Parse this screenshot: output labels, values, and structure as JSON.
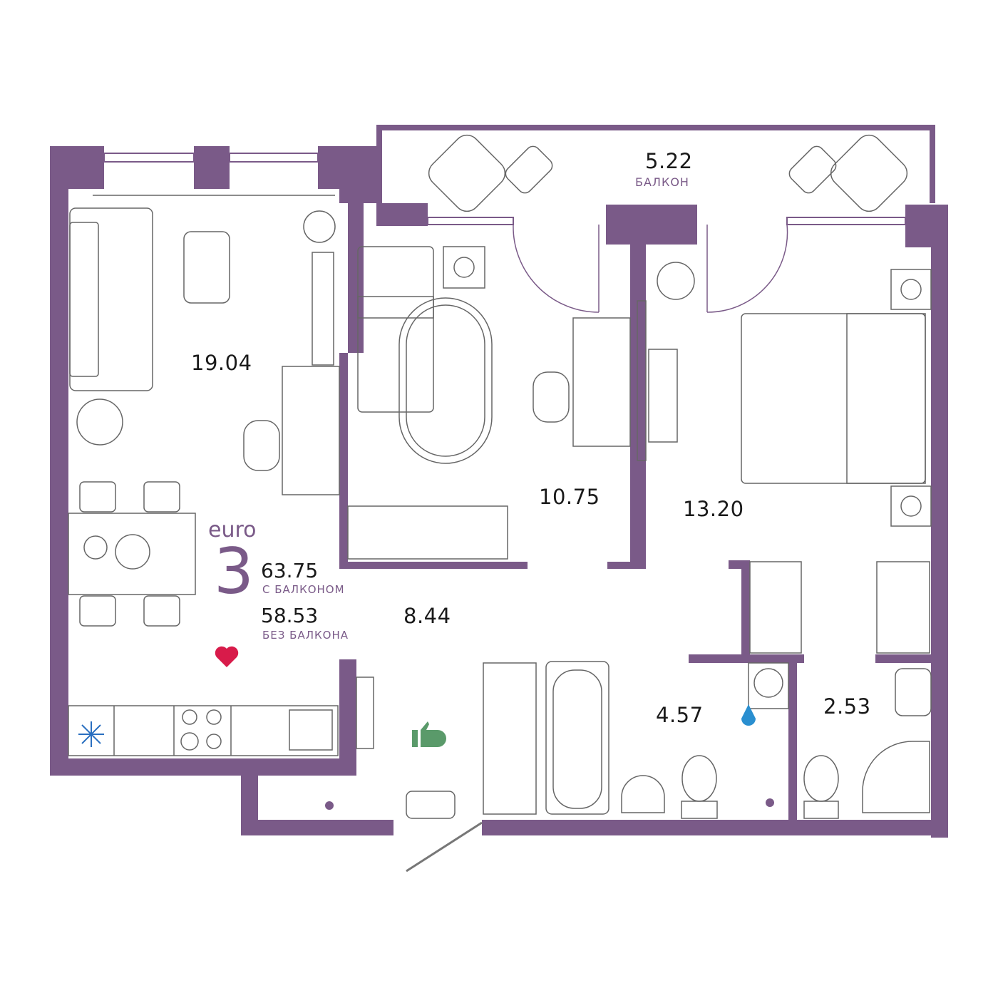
{
  "plan": {
    "type_label": "euro",
    "rooms_count": "3",
    "total_with_balcony": "63.75",
    "with_balcony_label": "С БАЛКОНОМ",
    "total_without_balcony": "58.53",
    "without_balcony_label": "БЕЗ БАЛКОНА"
  },
  "rooms": {
    "living": "19.04",
    "bedroom_1": "10.75",
    "bedroom_2": "13.20",
    "hall": "8.44",
    "bathroom": "4.57",
    "wc": "2.53",
    "balcony": "5.22",
    "balcony_label": "БАЛКОН"
  },
  "colors": {
    "wall": "#7a5a88",
    "text": "#1a1a1a",
    "accent": "#7a5a88",
    "heart": "#d81b4a",
    "thumb": "#5a9a6a",
    "water": "#2a8fd0",
    "snow": "#2a6fc0"
  },
  "icons": [
    "heart-icon",
    "thumbs-up-icon",
    "water-drop-icon",
    "snowflake-icon"
  ]
}
